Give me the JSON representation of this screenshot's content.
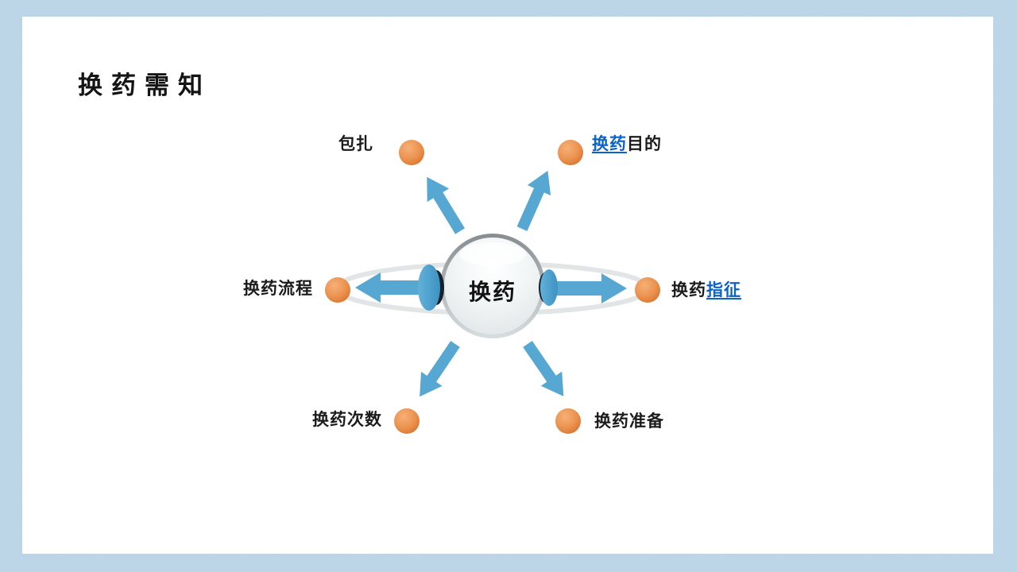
{
  "slide": {
    "title": "换药需知"
  },
  "diagram": {
    "type": "radial",
    "center": {
      "label": "换药"
    },
    "nodes": [
      {
        "key": "bandaging",
        "position": "top-left",
        "parts": [
          {
            "text": "包扎",
            "link": false
          }
        ]
      },
      {
        "key": "purpose",
        "position": "top-right",
        "parts": [
          {
            "text": "换药",
            "link": true
          },
          {
            "text": "目的",
            "link": false
          }
        ]
      },
      {
        "key": "process",
        "position": "left",
        "parts": [
          {
            "text": "换药流程",
            "link": false
          }
        ]
      },
      {
        "key": "indication",
        "position": "right",
        "parts": [
          {
            "text": "换药",
            "link": false
          },
          {
            "text": "指征",
            "link": true
          }
        ]
      },
      {
        "key": "frequency",
        "position": "bottom-left",
        "parts": [
          {
            "text": "换药次数",
            "link": false
          }
        ]
      },
      {
        "key": "preparation",
        "position": "bottom-right",
        "parts": [
          {
            "text": "换药准备",
            "link": false
          }
        ]
      }
    ]
  },
  "colors": {
    "background": "#BCD7E9",
    "panel": "#FFFFFF",
    "arrow_blue": "#56A8D2",
    "node_orange": "#E0813A",
    "hyperlink_blue": "#0B63C5",
    "text_black": "#141414",
    "orbit_ring_gray": "#E2E5E5"
  }
}
